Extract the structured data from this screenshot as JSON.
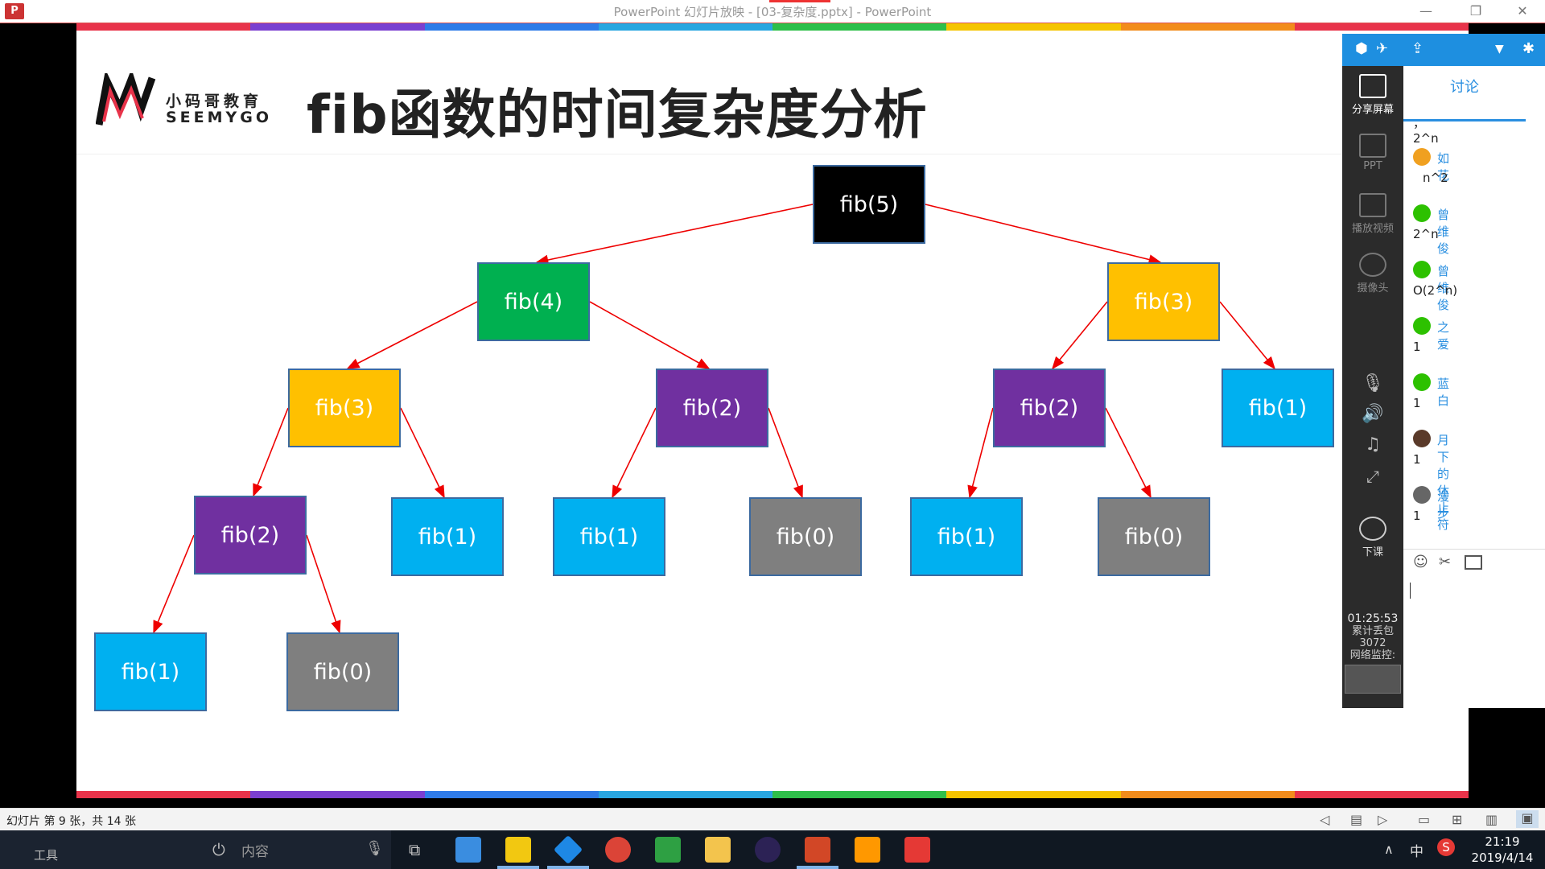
{
  "window": {
    "title": "PowerPoint 幻灯片放映 - [03-复杂度.pptx] - PowerPoint",
    "app_icon": "P",
    "minimize": "—",
    "restore": "❐",
    "close": "✕"
  },
  "slide": {
    "title": "fib函数的时间复杂度分析",
    "logo": {
      "cn": "小码哥教育",
      "en": "SEEMYGO"
    },
    "stripe_colors": [
      "#e8334a",
      "#7b3fd0",
      "#2f7be8",
      "#29a6e0",
      "#2fbf4a",
      "#f5c400",
      "#f28c1c",
      "#e8334a"
    ],
    "node_colors": {
      "black": "#000000",
      "green": "#00b050",
      "yellow": "#ffc000",
      "purple": "#7030a0",
      "blue": "#00b0f0",
      "gray": "#7f7f7f"
    },
    "nodes": [
      {
        "id": "n1",
        "label": "fib(5)",
        "color": "black"
      },
      {
        "id": "n2",
        "label": "fib(4)",
        "color": "green"
      },
      {
        "id": "n3",
        "label": "fib(3)",
        "color": "yellow"
      },
      {
        "id": "n4",
        "label": "fib(3)",
        "color": "yellow"
      },
      {
        "id": "n5",
        "label": "fib(2)",
        "color": "purple"
      },
      {
        "id": "n6",
        "label": "fib(2)",
        "color": "purple"
      },
      {
        "id": "n7",
        "label": "fib(1)",
        "color": "blue"
      },
      {
        "id": "n8",
        "label": "fib(2)",
        "color": "purple"
      },
      {
        "id": "n9",
        "label": "fib(1)",
        "color": "blue"
      },
      {
        "id": "n10",
        "label": "fib(1)",
        "color": "blue"
      },
      {
        "id": "n11",
        "label": "fib(0)",
        "color": "gray"
      },
      {
        "id": "n12",
        "label": "fib(1)",
        "color": "blue"
      },
      {
        "id": "n13",
        "label": "fib(0)",
        "color": "gray"
      },
      {
        "id": "n14",
        "label": "fib(1)",
        "color": "blue"
      },
      {
        "id": "n15",
        "label": "fib(0)",
        "color": "gray"
      }
    ],
    "edges": [
      [
        "n1",
        "n2"
      ],
      [
        "n1",
        "n3"
      ],
      [
        "n2",
        "n4"
      ],
      [
        "n2",
        "n5"
      ],
      [
        "n3",
        "n6"
      ],
      [
        "n3",
        "n7"
      ],
      [
        "n4",
        "n8"
      ],
      [
        "n4",
        "n9"
      ],
      [
        "n5",
        "n10"
      ],
      [
        "n5",
        "n11"
      ],
      [
        "n6",
        "n12"
      ],
      [
        "n6",
        "n13"
      ],
      [
        "n8",
        "n14"
      ],
      [
        "n8",
        "n15"
      ]
    ]
  },
  "panel": {
    "tools": [
      {
        "label": "分享屏幕",
        "icon": "share-screen-icon"
      },
      {
        "label": "PPT",
        "icon": "ppt-icon"
      },
      {
        "label": "播放视频",
        "icon": "play-video-icon"
      },
      {
        "label": "摄像头",
        "icon": "camera-icon"
      }
    ],
    "end_class": "下课",
    "timer": "01:25:53",
    "packet_loss_label": "累计丢包",
    "packet_loss_value": "3072",
    "network_label": "网络监控:",
    "tab": "讨论",
    "messages": [
      {
        "name": "",
        "text": "，2^n"
      },
      {
        "name": "如花",
        "text": "n^2",
        "avatar": "#f0a020"
      },
      {
        "name": "曾维俊",
        "text": "2^n",
        "avatar": "#2dc100"
      },
      {
        "name": "曾维俊",
        "text": "O(2^n)",
        "avatar": "#2dc100"
      },
      {
        "name": "之爱",
        "text": "1",
        "avatar": "#2dc100"
      },
      {
        "name": "蓝白",
        "text": "1",
        "avatar": "#2dc100"
      },
      {
        "name": "月下的休止符",
        "text": "1",
        "avatar": "#5a3a2a"
      },
      {
        "name": "漫步",
        "text": "1",
        "avatar": "#666666"
      }
    ]
  },
  "statusbar": {
    "text": "幻灯片 第 9 张，共 14 张"
  },
  "taskbar": {
    "tools_label": "工具",
    "content_label": "内容",
    "clock_time": "21:19",
    "clock_date": "2019/4/14",
    "ime": "中",
    "ime_s": "S"
  }
}
